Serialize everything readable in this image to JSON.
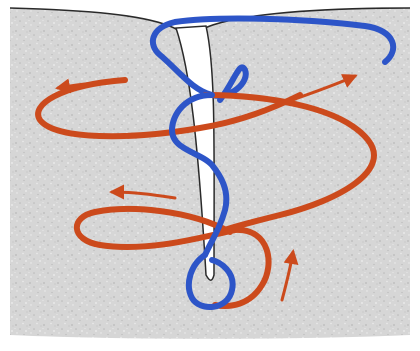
{
  "diagram": {
    "colors": {
      "fluid": "#d6d6d6",
      "fluid_speckle_dark": "#b9b9b9",
      "fluid_speckle_light": "#eeeeee",
      "surface_line": "#2a2a2a",
      "vortex_core": "#ffffff",
      "vortex_outline": "#2a2a2a",
      "horizontal_flow": "#cc4a1c",
      "vertical_flow": "#2d55c8",
      "background": "#ffffff"
    },
    "elements": {
      "fluid_region": "fluid-speckle-texture",
      "vortex_funnel": "funnel-shaped-air-core",
      "horizontal_flow_lines": "swirling-flow-with-arrows",
      "vertical_flow_line": "secondary-downward-helical-flow"
    }
  }
}
